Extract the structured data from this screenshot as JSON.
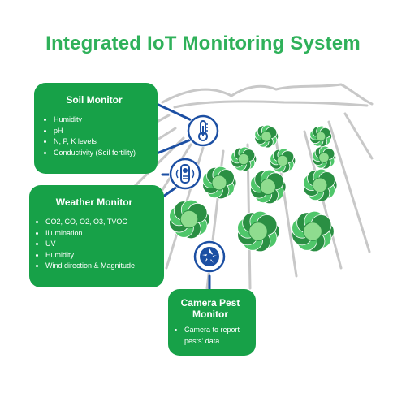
{
  "title": "Integrated IoT Monitoring System",
  "colors": {
    "title": "#2fb15a",
    "card": "#17a148",
    "icon_blue": "#1c4fa3",
    "field_lines": "#c8c8c8",
    "cabbage_dark": "#2a8f43",
    "cabbage_light": "#4fc66a"
  },
  "soil_monitor": {
    "title": "Soil Monitor",
    "icon": "thermometer-icon",
    "items": [
      "Humidity",
      "pH",
      "N, P, K levels",
      "Conductivity (Soil fertility)"
    ]
  },
  "weather_monitor": {
    "title": "Weather Monitor",
    "icon": "weather-sensor-icon",
    "items": [
      "CO2, CO, O2, O3, TVOC",
      "Illumination",
      "UV",
      "Humidity",
      "Wind direction & Magnitude"
    ]
  },
  "camera_pest_monitor": {
    "title_line1": "Camera Pest",
    "title_line2": "Monitor",
    "icon": "camera-shutter-icon",
    "items": [
      "Camera to report pests' data"
    ]
  }
}
